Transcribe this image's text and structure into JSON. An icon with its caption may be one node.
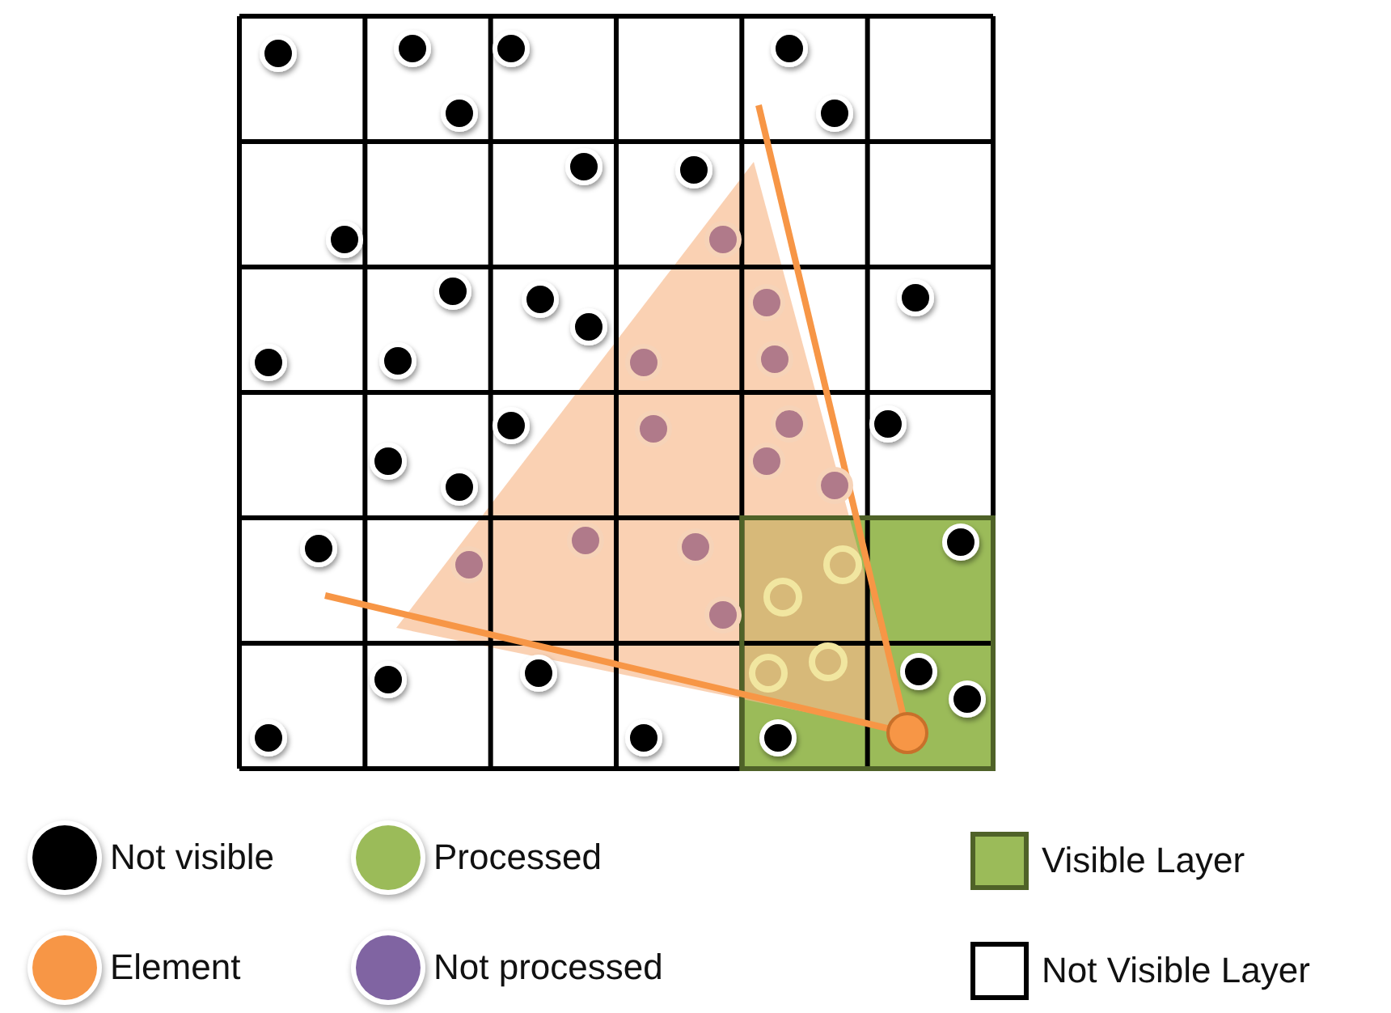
{
  "diagram": {
    "legend": [
      {
        "text": "Not visible",
        "color": "#000000"
      },
      {
        "text": "Processed",
        "color": "#9bbb59"
      },
      {
        "text": "Visible Layer",
        "color": "#9bbb59"
      },
      {
        "text": "Element",
        "color": "#f79646"
      },
      {
        "text": "Not processed",
        "color": "#8064a2"
      },
      {
        "text": "Not Visible Layer",
        "color": "#ffffff"
      }
    ]
  }
}
